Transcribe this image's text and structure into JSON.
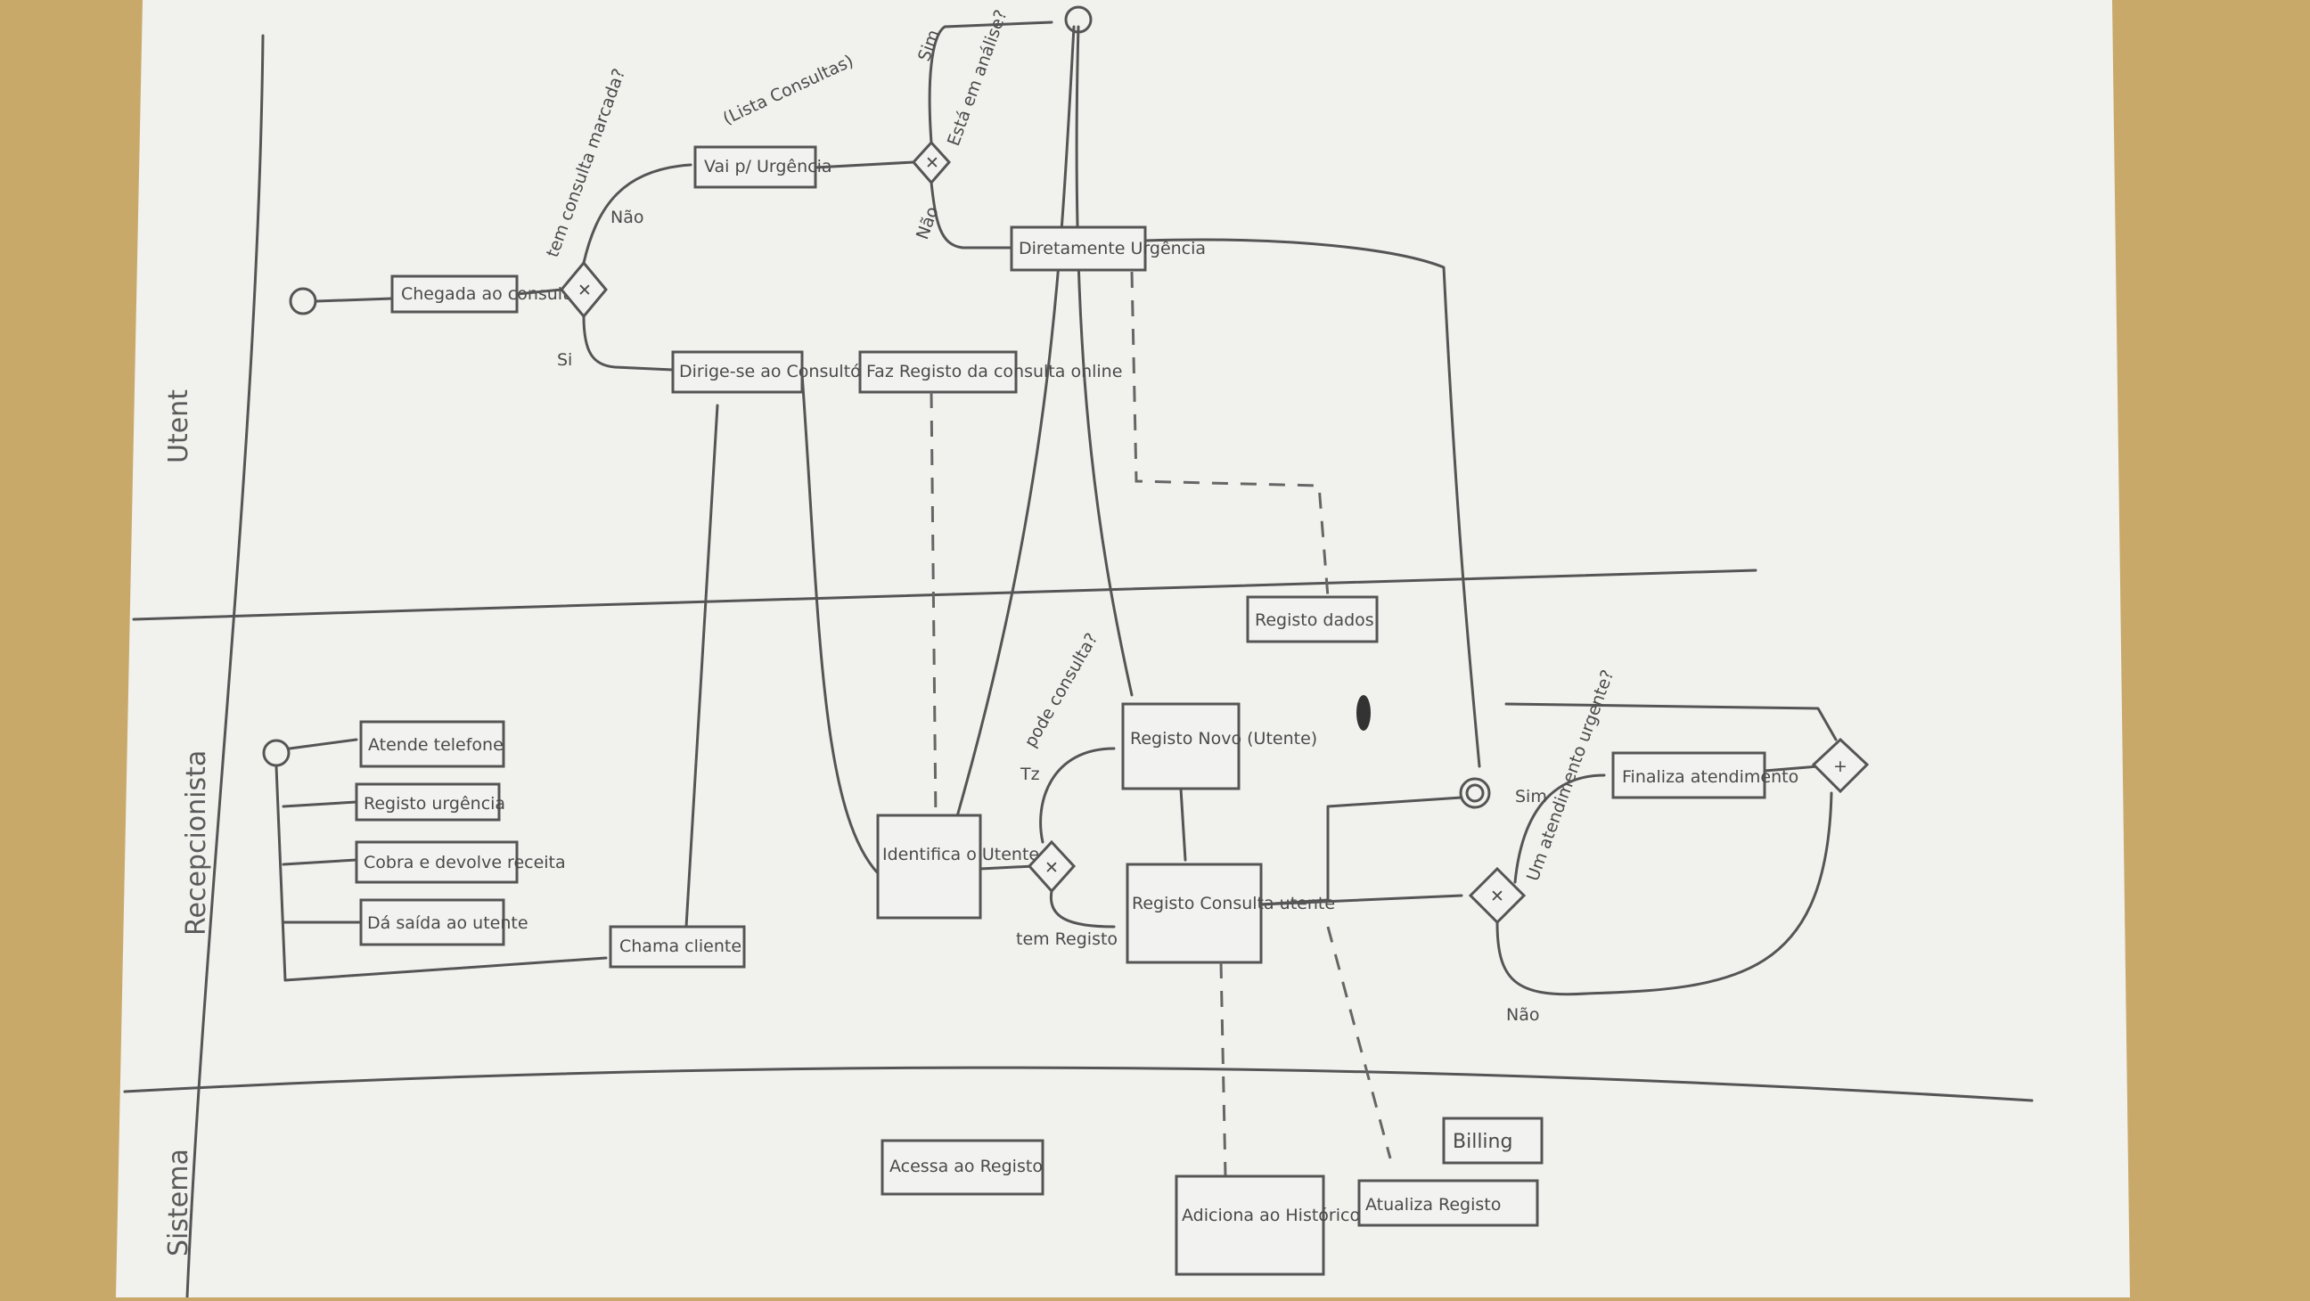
{
  "lanes": {
    "top": "Utent",
    "middle": "Recepcionista",
    "bottom": "Sistema"
  },
  "top_lane": {
    "start_task": "Chegada ao consultório",
    "gateway1_question": "tem consulta marcada?",
    "gateway1_no": "Não",
    "gateway1_yes": "Si",
    "task_go_to_urgency": "Vai p/ Urgência",
    "annotation_cloud": "(Lista Consultas)",
    "gateway2_question": "Está em análise?",
    "gateway2_yes": "Sim",
    "gateway2_no": "Não",
    "task_call_urgency": "Diretamente Urgência",
    "task_go_consult": "Dirige-se ao Consultório",
    "task_register_form": "Faz Registo da consulta online"
  },
  "middle_lane": {
    "task_register_data": "Registo dados",
    "start_options": [
      "Atende telefone",
      "Registo urgência",
      "Cobra e devolve receita",
      "Dá saída ao utente"
    ],
    "task_call_client": "Chama cliente",
    "task_identify_patient": "Identifica o Utente",
    "gateway3_question": "pode consulta?",
    "gateway3_yes": "Tz",
    "gateway3_no": "tem Registo",
    "task_register_new": "Registo Novo (Utente)",
    "task_register_updated": "Registo Consulta utente",
    "gateway4_question": "Um atendimento urgente?",
    "gateway4_yes": "Sim",
    "gateway4_no": "Não",
    "task_finish": "Finaliza atendimento"
  },
  "bottom_lane": {
    "task_access_registry": "Acessa ao Registo",
    "task_add_history": "Adiciona ao Histórico",
    "task_billing": "Billing",
    "task_update_registry": "Atualiza Registo"
  }
}
